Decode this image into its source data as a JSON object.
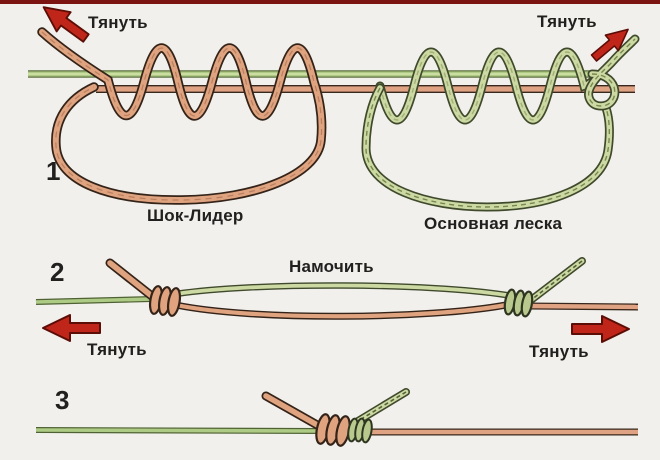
{
  "diagram": {
    "description_visible_text_only": true,
    "steps": [
      {
        "number": "1",
        "pull_left_label": "Тянуть",
        "pull_right_label": "Тянуть",
        "shock_leader_label": "Шок-Лидер",
        "main_line_label": "Основная леска"
      },
      {
        "number": "2",
        "wet_label": "Намочить",
        "pull_left_label": "Тянуть",
        "pull_right_label": "Тянуть"
      },
      {
        "number": "3"
      }
    ],
    "colors": {
      "background": "#f2f0ec",
      "top_strip": "#7c1512",
      "leader_rope_fill": "#dfa37f",
      "leader_rope_outline": "#342318",
      "main_line_green": "#aecb85",
      "green_rope_fill": "#cdd9a3",
      "green_rope_outline": "#3f4a2c",
      "arrow_red": "#c0251a",
      "arrow_outline": "#5c0d06",
      "text": "#21201e"
    }
  }
}
